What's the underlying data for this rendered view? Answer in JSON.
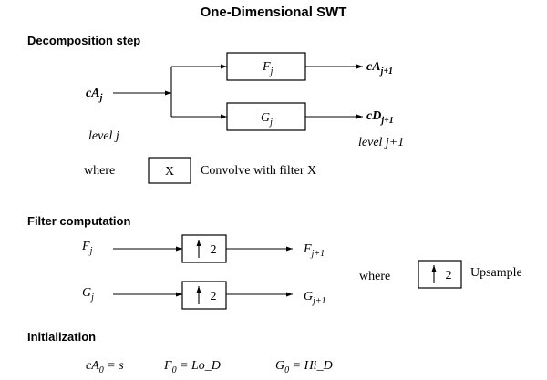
{
  "title": "One-Dimensional SWT",
  "decomposition": {
    "heading": "Decomposition step",
    "input": {
      "base": "cA",
      "sub": "j"
    },
    "input_level": "level j",
    "filter_low": {
      "base": "F",
      "sub": "j"
    },
    "filter_high": {
      "base": "G",
      "sub": "j"
    },
    "output_low": {
      "base": "cA",
      "sub": "j+1"
    },
    "output_high": {
      "base": "cD",
      "sub": "j+1"
    },
    "output_level": "level j+1",
    "legend": {
      "where": "where",
      "symbol": "X",
      "text": "Convolve with filter X"
    }
  },
  "filter_computation": {
    "heading": "Filter computation",
    "row1": {
      "in_base": "F",
      "in_sub": "j",
      "op": "2",
      "out_base": "F",
      "out_sub": "j+1"
    },
    "row2": {
      "in_base": "G",
      "in_sub": "j",
      "op": "2",
      "out_base": "G",
      "out_sub": "j+1"
    },
    "legend": {
      "where": "where",
      "symbol": "2",
      "text": "Upsample"
    }
  },
  "initialization": {
    "heading": "Initialization",
    "eq1": {
      "lhs_base": "cA",
      "lhs_sub": "0",
      "rhs": " = s"
    },
    "eq2": {
      "lhs_base": "F",
      "lhs_sub": "0",
      "rhs": " = Lo_D"
    },
    "eq3": {
      "lhs_base": "G",
      "lhs_sub": "0",
      "rhs": " = Hi_D"
    }
  }
}
